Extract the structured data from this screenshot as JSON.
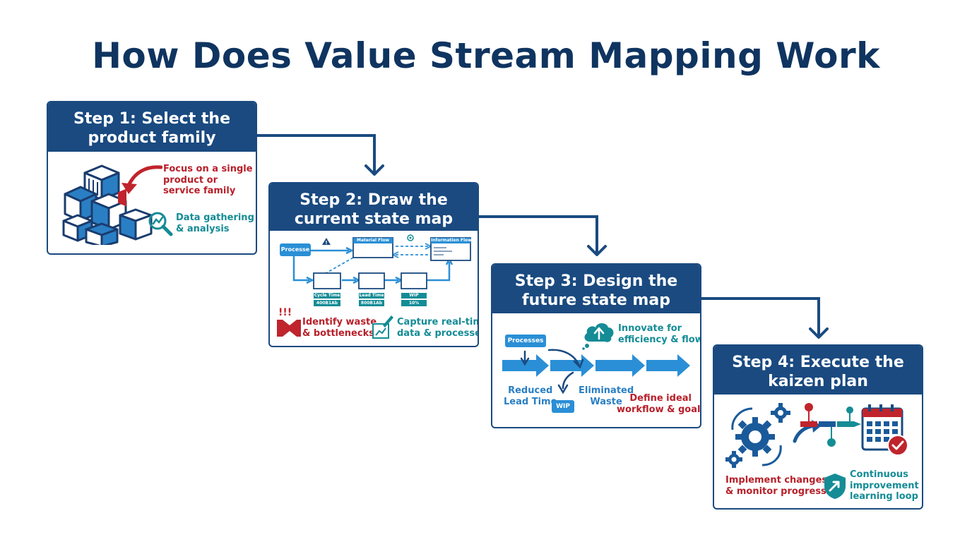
{
  "title": "How Does Value Stream Mapping Work",
  "steps": [
    {
      "heading_line1": "Step 1: Select the",
      "heading_line2": "product family",
      "focus_line1": "Focus on a single",
      "focus_line2": "product or",
      "focus_line3": "service family",
      "data_line1": "Data gathering",
      "data_line2": "& analysis"
    },
    {
      "heading_line1": "Step 2: Draw the",
      "heading_line2": "current state map",
      "map": {
        "process": "Processe",
        "material_flow": "Material Flow",
        "info_flow": "Information Flow",
        "cycle_time": "Cycle Time",
        "lead_time": "Lead Time",
        "wip": "WIP",
        "cycle_value": "400B1Ab",
        "lead_value": "800B1Ab",
        "wip_value": "10%"
      },
      "waste_line1": "Identify waste",
      "waste_line2": "& bottlenecks",
      "capture_line1": "Capture real-time",
      "capture_line2": "data & processes"
    },
    {
      "heading_line1": "Step 3: Design the",
      "heading_line2": "future state map",
      "processes": "Processes",
      "innovate_line1": "Innovate for",
      "innovate_line2": "efficiency & flow",
      "reduced_line1": "Reduced",
      "reduced_line2": "Lead Time",
      "wip": "WIP",
      "eliminated_line1": "Eliminated",
      "eliminated_line2": "Waste",
      "define_line1": "Define ideal",
      "define_line2": "workflow & goals"
    },
    {
      "heading_line1": "Step 4: Execute the",
      "heading_line2": "kaizen plan",
      "implement_line1": "Implement changes",
      "implement_line2": "& monitor progress",
      "continuous_line1": "Continuous",
      "continuous_line2": "improvement &",
      "continuous_line3": "learning loop"
    }
  ],
  "colors": {
    "navy": "#1a4a80",
    "title": "#0f3460",
    "red": "#b8202a",
    "teal": "#148c96",
    "blue": "#2a8fd6"
  }
}
